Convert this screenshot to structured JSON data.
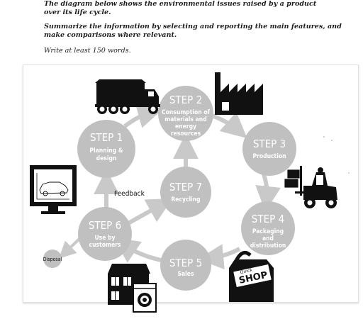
{
  "prompt": {
    "line1": "The diagram below shows the environmental issues raised by a product over its life cycle.",
    "line2": "Summarize the information by selecting and reporting the main features, and make comparisons where relevant.",
    "line3": "Write at least 150 words."
  },
  "diagram": {
    "circle_color": "#c0c0c0",
    "arrow_color": "#c9c9c9",
    "steps": [
      {
        "title": "STEP 1",
        "desc1": "Planning &",
        "desc2": "design"
      },
      {
        "title": "STEP 2",
        "desc1": "Consumption of",
        "desc2": "materials and",
        "desc3": "energy",
        "desc4": "resources"
      },
      {
        "title": "STEP 3",
        "desc1": "Production"
      },
      {
        "title": "STEP 4",
        "desc1": "Packaging",
        "desc2": "and",
        "desc3": "distribution"
      },
      {
        "title": "STEP 5",
        "desc1": "Sales"
      },
      {
        "title": "STEP 6",
        "desc1": "Use by",
        "desc2": "customers"
      },
      {
        "title": "STEP 7",
        "desc1": "Recycling"
      }
    ],
    "feedback_label": "Feedback",
    "disposal_label": "Disposal",
    "shop_label_small": "Quick",
    "shop_label_big": "SHOP",
    "icons": [
      "truck-icon",
      "factory-icon",
      "forklift-icon",
      "shopping-bag-icon",
      "house-icon",
      "washing-machine-icon",
      "computer-monitor-icon"
    ]
  }
}
